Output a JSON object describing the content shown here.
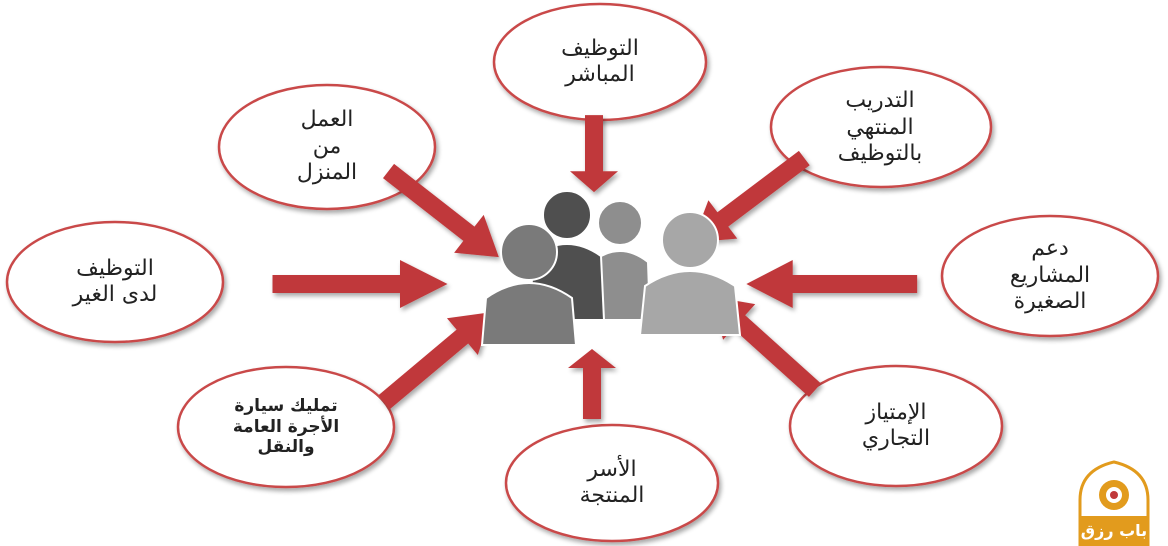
{
  "center_icon": "people-group-icon",
  "logo_icon": "sun-gear-icon",
  "logo": {
    "text": "باب رزق"
  },
  "colors": {
    "ellipse_stroke": "#c9494a",
    "arrow_fill": "#c0393b",
    "person_dark": "#555555",
    "person_mid": "#8a8a8a",
    "person_light": "#a9a9a9",
    "logo_orange": "#e29b1d"
  },
  "nodes": [
    {
      "id": "direct-employment",
      "lines": [
        "التوظيف",
        "المباشر"
      ]
    },
    {
      "id": "training-employment",
      "lines": [
        "التدريب",
        "المنتهي",
        "بالتوظيف"
      ]
    },
    {
      "id": "small-projects",
      "lines": [
        "دعم",
        "المشاريع",
        "الصغيرة"
      ]
    },
    {
      "id": "franchise",
      "lines": [
        "الإمتياز",
        "التجاري"
      ]
    },
    {
      "id": "productive-families",
      "lines": [
        "الأسر",
        "المنتجة"
      ]
    },
    {
      "id": "taxi-ownership",
      "lines": [
        "تمليك سيارة",
        "الأجرة العامة",
        "والنقل"
      ]
    },
    {
      "id": "employment-others",
      "lines": [
        "التوظيف",
        "لدى الغير"
      ]
    },
    {
      "id": "work-from-home",
      "lines": [
        "العمل",
        "من",
        "المنزل"
      ]
    }
  ]
}
